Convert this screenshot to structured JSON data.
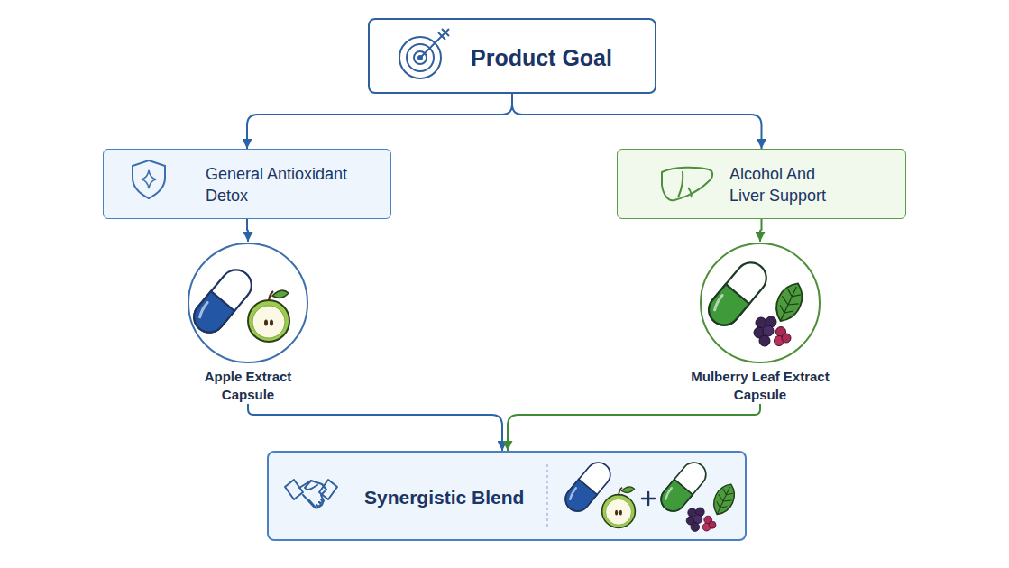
{
  "diagram": {
    "nodes": [
      {
        "text": [
          "Product Goal"
        ]
      },
      {
        "text": [
          "General Antioxidant Detox"
        ]
      },
      {
        "text": [
          "Alcohol And Liver Support"
        ]
      },
      {
        "text": [
          "Apple Extract Capsule"
        ]
      },
      {
        "text": [
          "Mulberry Leaf Extract Capsule"
        ]
      },
      {
        "text": [
          "Synergistic Blend"
        ]
      }
    ],
    "edges": [
      {
        "from": 0,
        "to": 1,
        "arrow": "to"
      },
      {
        "from": 0,
        "to": 2,
        "arrow": "to"
      },
      {
        "from": 1,
        "to": 3,
        "arrow": "to"
      },
      {
        "from": 2,
        "to": 4,
        "arrow": "to"
      },
      {
        "from": 3,
        "to": 5,
        "arrow": "to"
      },
      {
        "from": 4,
        "to": 5,
        "arrow": "to"
      }
    ]
  }
}
